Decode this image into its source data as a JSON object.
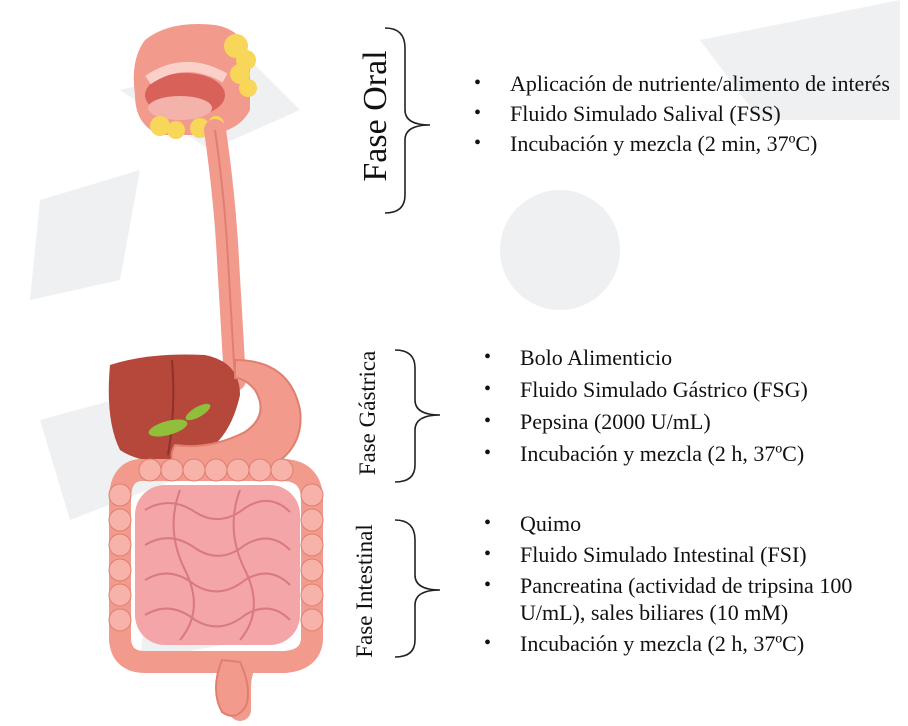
{
  "phases": {
    "oral": {
      "title": "Fase Oral",
      "items": [
        "Aplicación de nutriente/alimento de interés",
        "Fluido Simulado Salival (FSS)",
        "Incubación y mezcla (2 min, 37ºC)"
      ]
    },
    "gastrica": {
      "title": "Fase Gástrica",
      "items": [
        "Bolo Alimenticio",
        "Fluido Simulado Gástrico (FSG)",
        "Pepsina (2000 U/mL)",
        "Incubación y mezcla (2 h, 37ºC)"
      ]
    },
    "intestinal": {
      "title": "Fase Intestinal",
      "items": [
        "Quimo",
        "Fluido Simulado Intestinal (FSI)",
        "Pancreatina (actividad de tripsina 100 U/mL), sales biliares (10 mM)",
        "Incubación y mezcla (2 h, 37ºC)"
      ]
    }
  },
  "bullet_symbol": "•",
  "icons": {
    "anatomy": "digestive-system-illustration",
    "watermark": "faded-university-seal"
  },
  "colors": {
    "text": "#111111",
    "tract": "#f29a8c",
    "tract_dark": "#e07f70",
    "liver": "#b5473b",
    "intestine": "#f4a5a8",
    "salivary": "#f7d65a",
    "gallbladder": "#8fbf3b",
    "watermark": "#e9ecef"
  }
}
